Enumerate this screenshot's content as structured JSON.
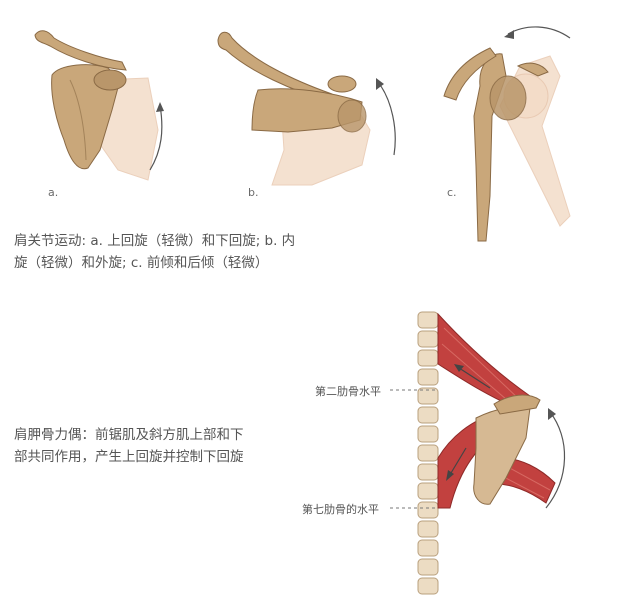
{
  "top": {
    "panels": [
      {
        "label": "a."
      },
      {
        "label": "b."
      },
      {
        "label": "c."
      }
    ],
    "caption_line1": "肩关节运动: a. 上回旋（轻微）和下回旋; b. 内",
    "caption_line2": "旋（轻微）和外旋; c. 前倾和后倾（轻微）"
  },
  "bottom": {
    "caption_line1": "肩胛骨力偶：前锯肌及斜方肌上部和下",
    "caption_line2": "部共同作用，产生上回旋并控制下回旋",
    "level_rib2": "第二肋骨水平",
    "level_rib7": "第七肋骨的水平"
  },
  "colors": {
    "bone": "#c9a77a",
    "bone_dark": "#8a6a45",
    "ghost": "#f3dcc8",
    "muscle": "#c2413f",
    "muscle_light": "#e07a72",
    "vertebra": "#ecdcc3"
  }
}
